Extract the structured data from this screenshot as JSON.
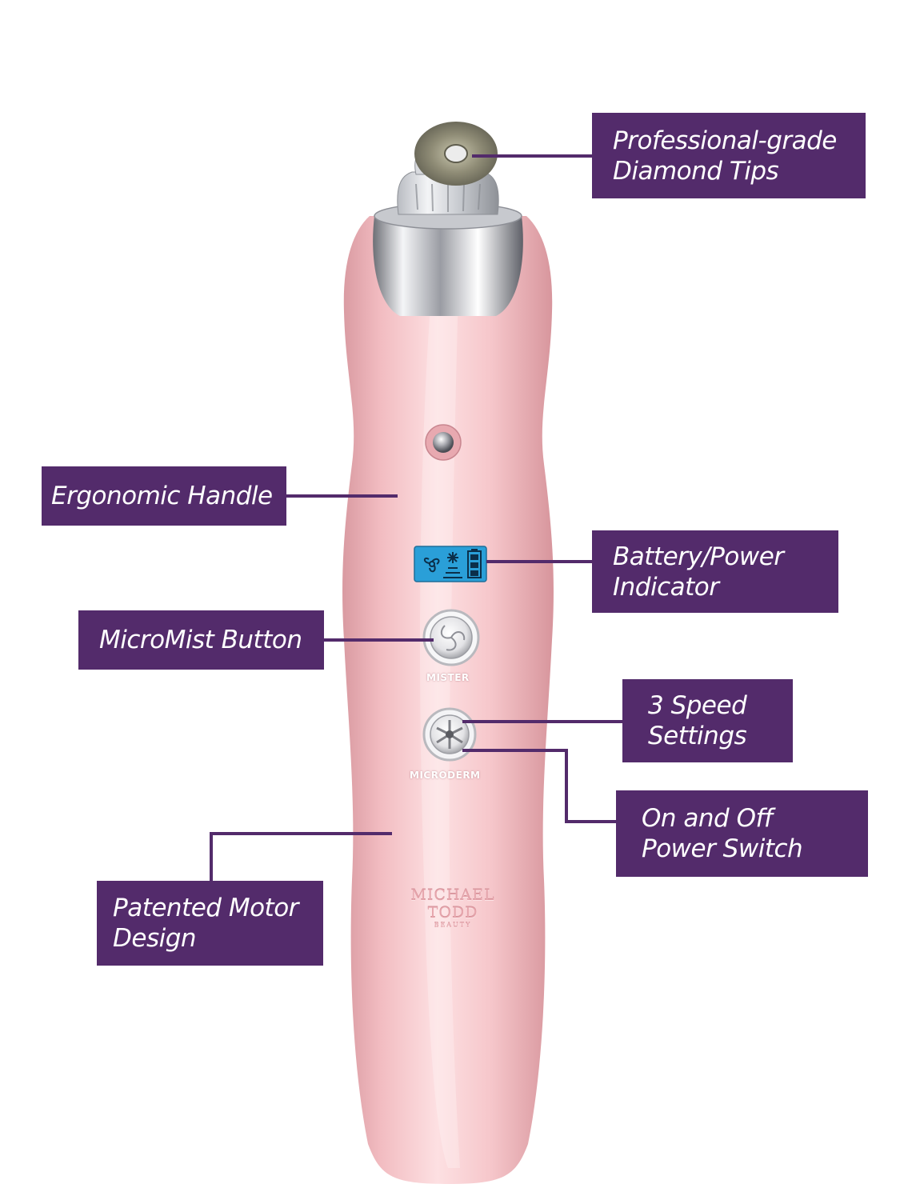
{
  "colors": {
    "callout_bg": "#532b6b",
    "leader_line": "#532b6b",
    "body_pink": "#f4c4c8",
    "display_blue": "#2a9fd8"
  },
  "callouts": {
    "diamond_tips": {
      "line1": "Professional-grade",
      "line2": "Diamond Tips"
    },
    "ergonomic_handle": {
      "line1": "Ergonomic Handle"
    },
    "battery_indicator": {
      "line1": "Battery/Power",
      "line2": "Indicator"
    },
    "micromist_button": {
      "line1": "MicroMist Button"
    },
    "speed_settings": {
      "line1": "3 Speed",
      "line2": "Settings"
    },
    "power_switch": {
      "line1": "On and Off",
      "line2": "Power Switch"
    },
    "motor_design": {
      "line1": "Patented Motor",
      "line2": "Design"
    }
  },
  "device": {
    "mister_label": "MISTER",
    "microderm_label": "MICRODERM",
    "brand_name": "MICHAEL TODD",
    "brand_sub": "BEAUTY",
    "display_icons": [
      "fan-icon",
      "sun-icon",
      "battery-icon"
    ]
  }
}
